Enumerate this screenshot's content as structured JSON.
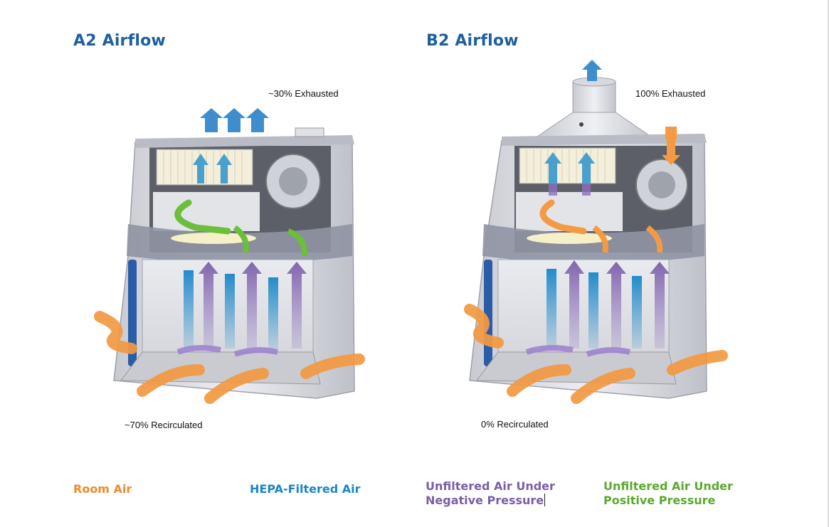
{
  "panels": {
    "a2": {
      "title": "A2 Airflow",
      "exhaust_label": "~30% Exhausted",
      "recirc_label": "~70% Recirculated"
    },
    "b2": {
      "title": "B2 Airflow",
      "exhaust_label": "100% Exhausted",
      "recirc_label": "0% Recirculated"
    }
  },
  "legend": {
    "room_air": "Room Air",
    "hepa": "HEPA-Filtered Air",
    "unfiltered_negative_line1": "Unfiltered Air Under",
    "unfiltered_negative_line2": "Negative Pressure",
    "unfiltered_positive_line1": "Unfiltered Air Under",
    "unfiltered_positive_line2": "Positive Pressure"
  },
  "colors": {
    "title": "#1f5fa0",
    "room_air": "#f08a2c",
    "hepa": "#1a86c8",
    "negative": "#7a5ea8",
    "positive": "#5aaa2e",
    "cabinet": "#dcdde2"
  }
}
